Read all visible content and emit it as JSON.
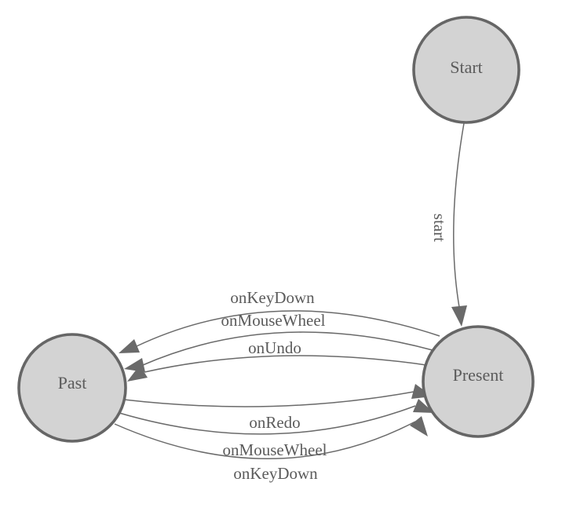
{
  "diagram": {
    "type": "state-machine",
    "background": "#ffffff",
    "colors": {
      "node_fill": "#d3d3d3",
      "node_stroke": "#666666",
      "edge_stroke": "#6a6a6a",
      "arrowhead_fill": "#6a6a6a",
      "label_text": "#5b5b5b"
    },
    "nodes": [
      {
        "id": "start",
        "label": "Start"
      },
      {
        "id": "past",
        "label": "Past"
      },
      {
        "id": "present",
        "label": "Present"
      }
    ],
    "edges": [
      {
        "from": "Start",
        "to": "Present",
        "label": "start"
      },
      {
        "from": "Present",
        "to": "Past",
        "label": "onKeyDown"
      },
      {
        "from": "Present",
        "to": "Past",
        "label": "onMouseWheel"
      },
      {
        "from": "Present",
        "to": "Past",
        "label": "onUndo"
      },
      {
        "from": "Past",
        "to": "Present",
        "label": "onRedo"
      },
      {
        "from": "Past",
        "to": "Present",
        "label": "onMouseWheel"
      },
      {
        "from": "Past",
        "to": "Present",
        "label": "onKeyDown"
      }
    ]
  }
}
